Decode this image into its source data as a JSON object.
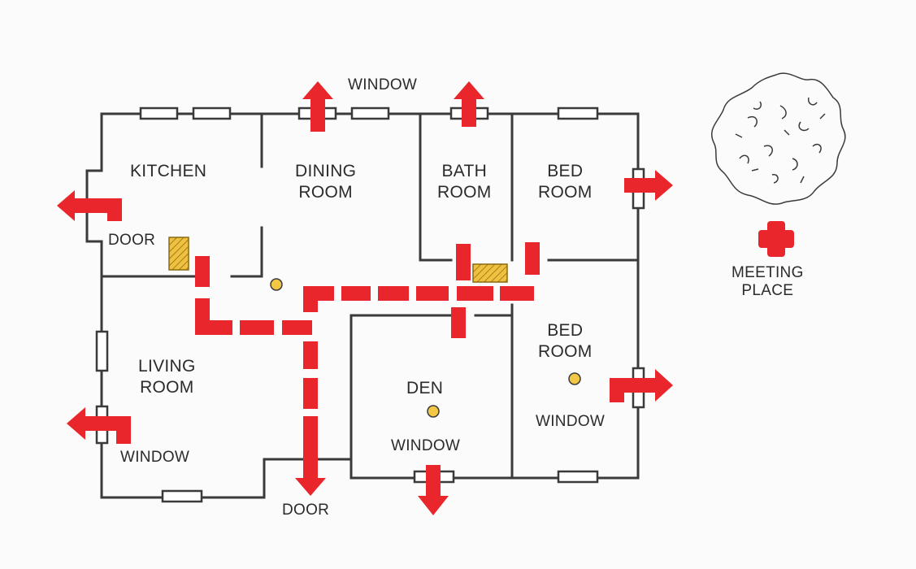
{
  "rooms": {
    "kitchen": [
      "KITCHEN"
    ],
    "dining": [
      "DINING",
      "ROOM"
    ],
    "bath": [
      "BATH",
      "ROOM"
    ],
    "bed1": [
      "BED",
      "ROOM"
    ],
    "bed2": [
      "BED",
      "ROOM"
    ],
    "living": [
      "LIVING",
      "ROOM"
    ],
    "den": [
      "DEN"
    ]
  },
  "labels": {
    "window_top": "WINDOW",
    "door_left": "DOOR",
    "door_bottom": "DOOR",
    "window_living": "WINDOW",
    "window_den": "WINDOW",
    "window_bed2": "WINDOW"
  },
  "legend": {
    "meeting_place": [
      "MEETING",
      "PLACE"
    ]
  },
  "colors": {
    "wall": "#3a3a3a",
    "escape_route": "#e8262b",
    "smoke_detector": "#f2c744",
    "hatch_box": "#f0c040"
  }
}
